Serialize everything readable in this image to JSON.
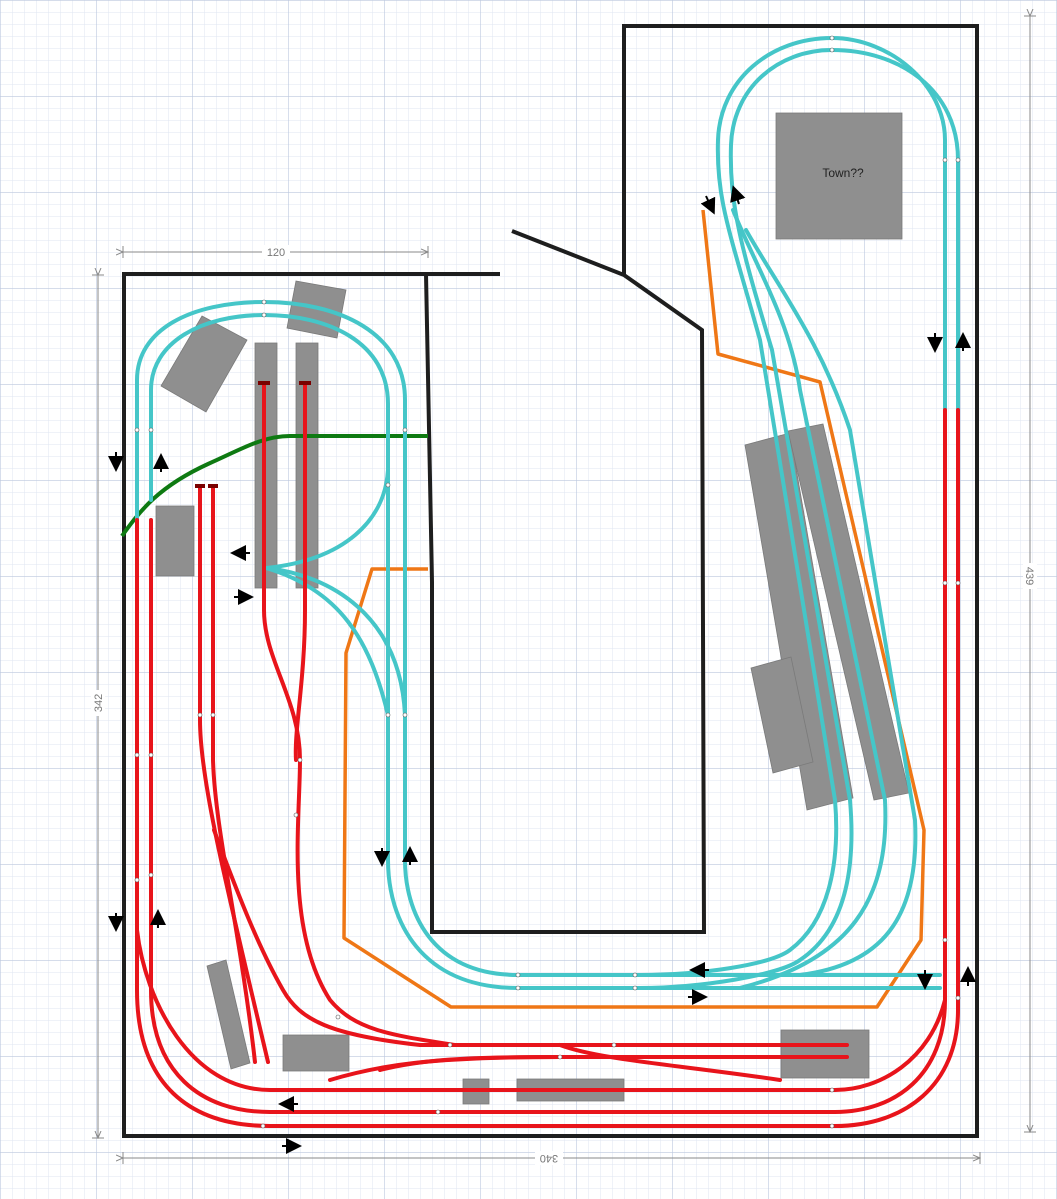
{
  "labels": {
    "town": "Town??"
  },
  "dimensions": {
    "top_width": "120",
    "left_height": "342",
    "right_height": "439",
    "bottom_width": "340"
  },
  "colors": {
    "grid_minor": "#dfe6f2",
    "grid_major": "#bcc8de",
    "walls": "#1e1e1e",
    "red_track": "#e8141b",
    "cyan_track": "#45c6c8",
    "green_track": "#0e7a12",
    "orange_outline": "#ef7716",
    "structure_gray": "#8f8f8f",
    "dimension_line": "#8a8a8a"
  },
  "icons": [
    "arrow-icon"
  ]
}
